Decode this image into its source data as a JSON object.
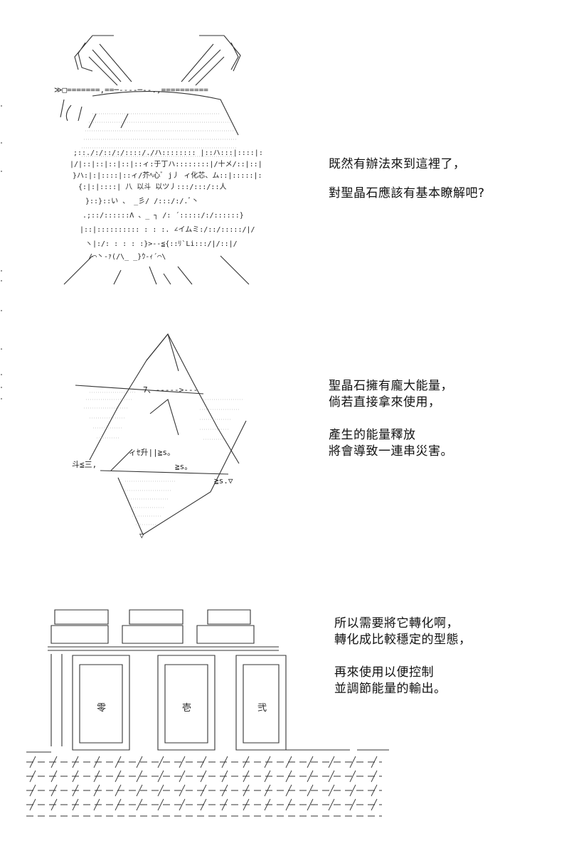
{
  "panels": [
    {
      "lines": [
        "既然有辦法來到這裡了，",
        "對聖晶石應該有基本瞭解吧?"
      ]
    },
    {
      "lines": [
        "聖晶石擁有龐大能量，",
        "倘若直接拿來使用，",
        "",
        "產生的能量釋放",
        "將會導致一連串災害。"
      ]
    },
    {
      "lines": [
        "所以需要將它轉化啊，",
        "轉化成比較穩定的型態，",
        "",
        "再來使用以便控制",
        "並調節能量的輸出。"
      ]
    }
  ],
  "stones": [
    "零",
    "壱",
    "弐"
  ],
  "colors": {
    "ink": "#222222",
    "background": "#ffffff"
  }
}
